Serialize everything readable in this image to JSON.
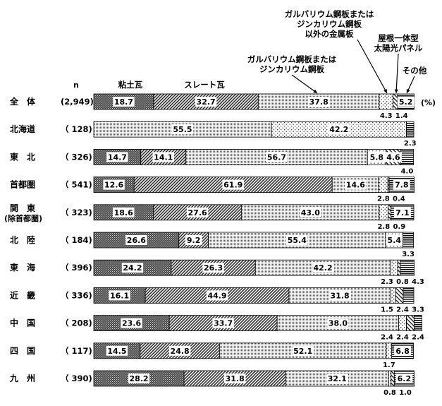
{
  "chart_data": {
    "type": "bar",
    "orientation": "horizontal",
    "stacked": true,
    "percent_stacked": true,
    "xlim": [
      0,
      100
    ],
    "grid": false,
    "legend": "top-labels",
    "unit_label": "(%)",
    "n_header": "n",
    "rows": [
      {
        "label": "全　体",
        "label2": "",
        "n": "(2,949)"
      },
      {
        "label": "北海道",
        "label2": "",
        "n": "（ 128)"
      },
      {
        "label": "東　北",
        "label2": "",
        "n": "（ 326)"
      },
      {
        "label": "首都圏",
        "label2": "",
        "n": "（ 541)"
      },
      {
        "label": "関　東",
        "label2": "(除首都圏)",
        "n": "（ 323)"
      },
      {
        "label": "北　陸",
        "label2": "",
        "n": "（ 184)"
      },
      {
        "label": "東　海",
        "label2": "",
        "n": "（ 396)"
      },
      {
        "label": "近　畿",
        "label2": "",
        "n": "（ 336)"
      },
      {
        "label": "中　国",
        "label2": "",
        "n": "（ 208)"
      },
      {
        "label": "四　国",
        "label2": "",
        "n": "（ 117)"
      },
      {
        "label": "九　州",
        "label2": "",
        "n": "（ 390)"
      }
    ],
    "series": [
      {
        "name": "粘土瓦",
        "values": [
          18.7,
          0,
          14.7,
          12.6,
          18.6,
          26.6,
          24.2,
          16.1,
          23.6,
          14.5,
          28.2
        ],
        "labels": [
          "18.7",
          "",
          "14.7",
          "12.6",
          "18.6",
          "26.6",
          "24.2",
          "16.1",
          "23.6",
          "14.5",
          "28.2"
        ],
        "color": "#555555",
        "pattern": "dots-dark"
      },
      {
        "name": "スレート瓦",
        "values": [
          32.7,
          0,
          14.1,
          61.9,
          27.6,
          9.2,
          26.3,
          44.9,
          33.7,
          24.8,
          31.8
        ],
        "labels": [
          "32.7",
          "",
          "14.1",
          "61.9",
          "27.6",
          "9.2",
          "26.3",
          "44.9",
          "33.7",
          "24.8",
          "31.8"
        ],
        "color": "#777777",
        "pattern": "diag"
      },
      {
        "name": "ガルバリウム鋼板または\nジンカリウム鋼板",
        "values": [
          37.8,
          55.5,
          56.7,
          14.6,
          43.0,
          55.4,
          42.2,
          31.8,
          38.0,
          52.1,
          32.1
        ],
        "labels": [
          "37.8",
          "55.5",
          "56.7",
          "14.6",
          "43.0",
          "55.4",
          "42.2",
          "31.8",
          "38.0",
          "52.1",
          "32.1"
        ],
        "color": "#bbbbbb",
        "pattern": "dots-light"
      },
      {
        "name": "ガルバリウム鋼板または\nジンカリウム鋼板\n以外の金属板",
        "values": [
          4.3,
          42.2,
          5.8,
          2.8,
          2.8,
          5.4,
          2.3,
          1.5,
          2.4,
          1.7,
          0.8
        ],
        "labels": [
          "4.3",
          "42.2",
          "5.8",
          "2.8",
          "2.8",
          "5.4",
          "2.3",
          "1.5",
          "2.4",
          "1.7",
          "0.8"
        ],
        "color": "#eeeeee",
        "pattern": "sparse-dots"
      },
      {
        "name": "屋根一体型\n太陽光パネル",
        "values": [
          1.4,
          0,
          4.6,
          0.4,
          0.9,
          0,
          0.8,
          2.4,
          2.4,
          0,
          1.0
        ],
        "labels": [
          "1.4",
          "",
          "4.6",
          "0.4",
          "0.9",
          "",
          "0.8",
          "2.4",
          "2.4",
          "",
          "1.0"
        ],
        "color": "#dddddd",
        "pattern": "stripe-diag"
      },
      {
        "name": "その他",
        "values": [
          5.2,
          2.3,
          4.0,
          7.8,
          7.1,
          3.3,
          4.3,
          3.3,
          2.4,
          6.8,
          6.2
        ],
        "labels": [
          "5.2",
          "2.3",
          "4.0",
          "7.8",
          "7.1",
          "3.3",
          "4.3",
          "3.3",
          "2.4",
          "6.8",
          "6.2"
        ],
        "color": "#333333",
        "pattern": "hstripes"
      }
    ]
  }
}
